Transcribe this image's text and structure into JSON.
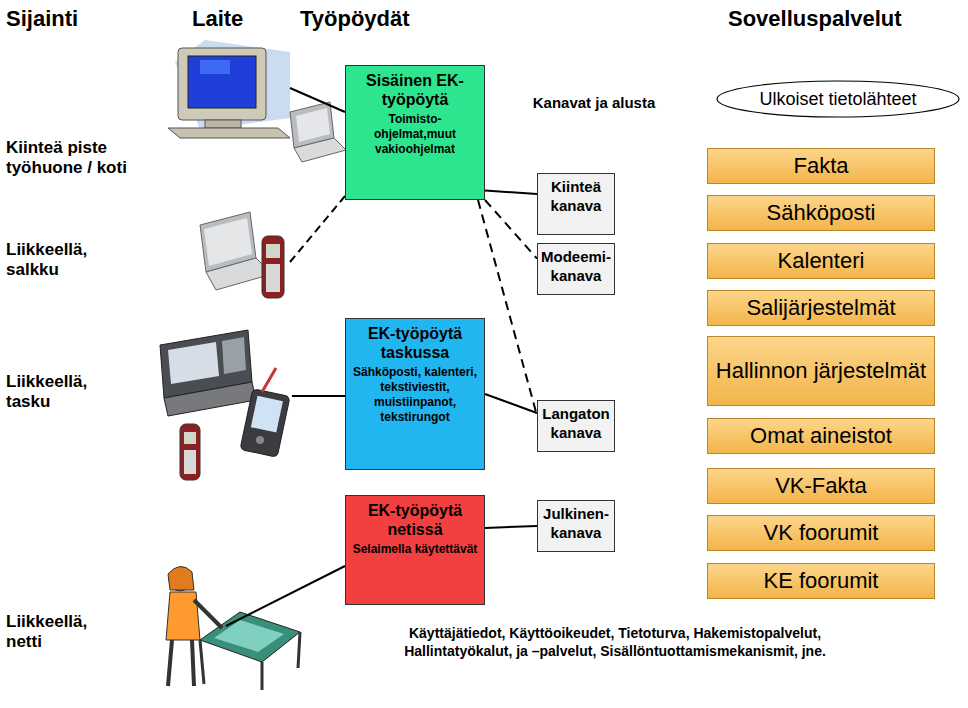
{
  "diagram": {
    "nodes": [
      {
        "text": [
          "Sisäinen EK-työpöytä",
          "Toimisto-ohjelmat,muut vakioohjelmat"
        ]
      },
      {
        "text": [
          "EK-työpöytä taskussa",
          "Sähköposti, kalenteri, tekstiviestit, muistiinpanot, tekstirungot"
        ]
      },
      {
        "text": [
          "EK-työpöytä netissä",
          "Selaimella käytettävät"
        ]
      },
      {
        "text": [
          "Kanavat ja alusta",
          "Käyttäjätiedot, Käyttöoikeudet, Tietoturva, Hakemistopalvelut, Hallintatyökalut, ja –palvelut, Sisällöntuottamismekanismit, jne."
        ]
      },
      {
        "text": [
          "Kiinteä kanava"
        ],
        "in": 3
      },
      {
        "text": [
          "Modeemi-kanava"
        ],
        "in": 3
      },
      {
        "text": [
          "Langaton kanava"
        ],
        "in": 3
      },
      {
        "text": [
          "Julkinen-kanava"
        ],
        "in": 3
      },
      {
        "text": [
          "Ulkoiset tietolähteet"
        ]
      },
      {
        "text": [
          "Fakta"
        ]
      },
      {
        "text": [
          "Sähköposti"
        ]
      },
      {
        "text": [
          "Kalenteri"
        ]
      },
      {
        "text": [
          "Salijärjestelmät"
        ]
      },
      {
        "text": [
          "Hallinnon järjestelmät"
        ]
      },
      {
        "text": [
          "Omat aineistot"
        ]
      },
      {
        "text": [
          "VK-Fakta"
        ]
      },
      {
        "text": [
          "VK foorumit"
        ]
      },
      {
        "text": [
          "KE foorumit"
        ]
      }
    ],
    "edges": [
      {
        "from": 0,
        "to": 4,
        "arrow": "none"
      },
      {
        "from": 0,
        "to": 5,
        "arrow": "none"
      },
      {
        "from": 0,
        "to": 6,
        "arrow": "none"
      },
      {
        "from": 1,
        "to": 6,
        "arrow": "none"
      },
      {
        "from": 2,
        "to": 7,
        "arrow": "none"
      }
    ],
    "labels": [
      "Sijainti",
      "Laite",
      "Työpöydät",
      "Sovelluspalvelut",
      "Kiinteä piste työhuone / koti",
      "Liikkeellä, salkku",
      "Liikkeellä, tasku",
      "Liikkeellä, netti"
    ]
  }
}
